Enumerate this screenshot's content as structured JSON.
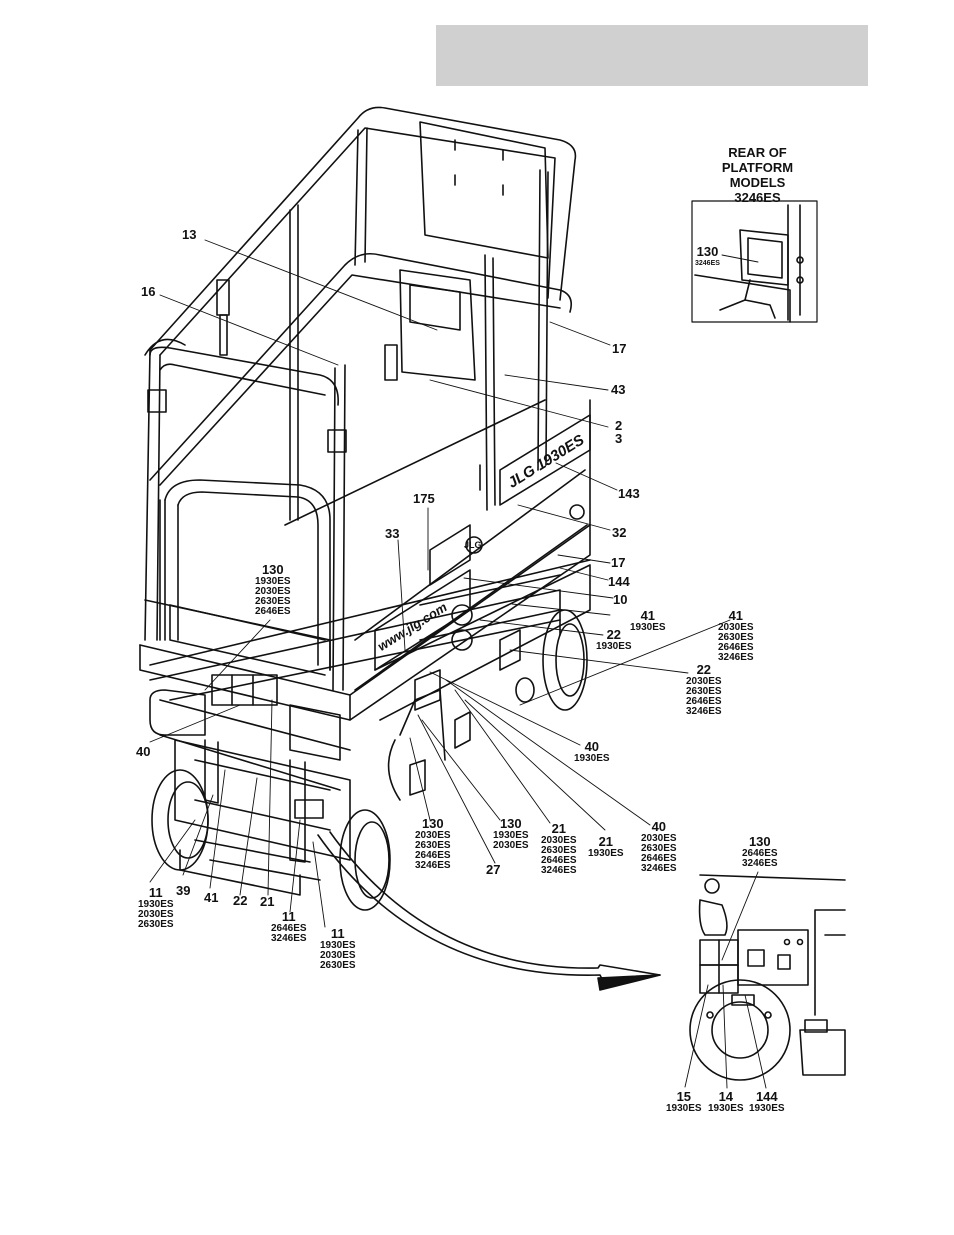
{
  "inset_title": [
    "REAR OF",
    "PLATFORM",
    "MODELS",
    "3246ES"
  ],
  "decal_texts": {
    "side_model": "JLG 1930ES",
    "web": "www.jlg.com",
    "logo": "JLG"
  },
  "callouts": {
    "c13": {
      "num": "13",
      "models": []
    },
    "c16": {
      "num": "16",
      "models": []
    },
    "c17a": {
      "num": "17",
      "models": []
    },
    "c43": {
      "num": "43",
      "models": []
    },
    "c2": {
      "num": "2",
      "models": []
    },
    "c3": {
      "num": "3",
      "models": []
    },
    "c143": {
      "num": "143",
      "models": []
    },
    "c175": {
      "num": "175",
      "models": []
    },
    "c32": {
      "num": "32",
      "models": []
    },
    "c33": {
      "num": "33",
      "models": []
    },
    "c17b": {
      "num": "17",
      "models": []
    },
    "c144": {
      "num": "144",
      "models": []
    },
    "c10": {
      "num": "10",
      "models": []
    },
    "c130a": {
      "num": "130",
      "models": [
        "1930ES",
        "2030ES",
        "2630ES",
        "2646ES"
      ]
    },
    "c41a": {
      "num": "41",
      "models": [
        "1930ES"
      ]
    },
    "c41b": {
      "num": "41",
      "models": [
        "2030ES",
        "2630ES",
        "2646ES",
        "3246ES"
      ]
    },
    "c22a": {
      "num": "22",
      "models": [
        "1930ES"
      ]
    },
    "c22b": {
      "num": "22",
      "models": [
        "2030ES",
        "2630ES",
        "2646ES",
        "3246ES"
      ]
    },
    "c40a": {
      "num": "40",
      "models": []
    },
    "c40b": {
      "num": "40",
      "models": [
        "1930ES"
      ]
    },
    "c40c": {
      "num": "40",
      "models": [
        "2030ES",
        "2630ES",
        "2646ES",
        "3246ES"
      ]
    },
    "c130b": {
      "num": "130",
      "models": [
        "2030ES",
        "2630ES",
        "2646ES",
        "3246ES"
      ]
    },
    "c130c": {
      "num": "130",
      "models": [
        "1930ES",
        "2030ES"
      ]
    },
    "c21a": {
      "num": "21",
      "models": [
        "2030ES",
        "2630ES",
        "2646ES",
        "3246ES"
      ]
    },
    "c21b": {
      "num": "21",
      "models": [
        "1930ES"
      ]
    },
    "c27": {
      "num": "27",
      "models": []
    },
    "c11a": {
      "num": "11",
      "models": [
        "1930ES",
        "2030ES",
        "2630ES"
      ]
    },
    "c39": {
      "num": "39",
      "models": []
    },
    "c41c": {
      "num": "41",
      "models": []
    },
    "c22c": {
      "num": "22",
      "models": []
    },
    "c21c": {
      "num": "21",
      "models": []
    },
    "c11b": {
      "num": "11",
      "models": [
        "2646ES",
        "3246ES"
      ]
    },
    "c11c": {
      "num": "11",
      "models": [
        "1930ES",
        "2030ES",
        "2630ES"
      ]
    },
    "c130d": {
      "num": "130",
      "models": [
        "3246ES"
      ]
    },
    "c130e": {
      "num": "130",
      "models": [
        "2646ES",
        "3246ES"
      ]
    },
    "c15": {
      "num": "15",
      "models": [
        "1930ES"
      ]
    },
    "c14": {
      "num": "14",
      "models": [
        "1930ES"
      ]
    },
    "c144b": {
      "num": "144",
      "models": [
        "1930ES"
      ]
    }
  }
}
